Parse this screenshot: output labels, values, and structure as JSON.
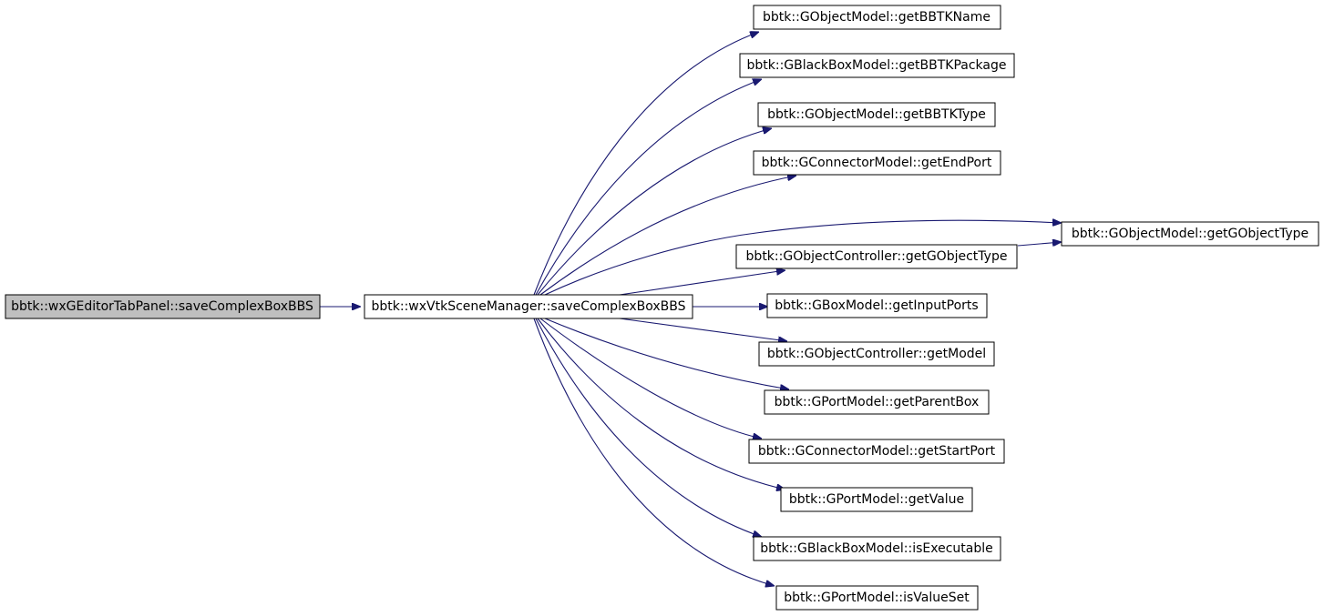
{
  "diagram": {
    "type": "call-graph",
    "colors": {
      "edge": "#191970",
      "root_fill": "#bfbfbf",
      "node_fill": "#ffffff",
      "border": "#000000"
    },
    "nodes": [
      {
        "id": "root",
        "label": "bbtk::wxGEditorTabPanel::saveComplexBoxBBS",
        "highlighted": true
      },
      {
        "id": "mgr",
        "label": "bbtk::wxVtkSceneManager::saveComplexBoxBBS"
      },
      {
        "id": "n1",
        "label": "bbtk::GObjectModel::getBBTKName"
      },
      {
        "id": "n2",
        "label": "bbtk::GBlackBoxModel::getBBTKPackage"
      },
      {
        "id": "n3",
        "label": "bbtk::GObjectModel::getBBTKType"
      },
      {
        "id": "n4",
        "label": "bbtk::GConnectorModel::getEndPort"
      },
      {
        "id": "n5",
        "label": "bbtk::GObjectController::getGObjectType"
      },
      {
        "id": "n6",
        "label": "bbtk::GBoxModel::getInputPorts"
      },
      {
        "id": "n7",
        "label": "bbtk::GObjectController::getModel"
      },
      {
        "id": "n8",
        "label": "bbtk::GPortModel::getParentBox"
      },
      {
        "id": "n9",
        "label": "bbtk::GConnectorModel::getStartPort"
      },
      {
        "id": "n10",
        "label": "bbtk::GPortModel::getValue"
      },
      {
        "id": "n11",
        "label": "bbtk::GBlackBoxModel::isExecutable"
      },
      {
        "id": "n12",
        "label": "bbtk::GPortModel::isValueSet"
      },
      {
        "id": "n13",
        "label": "bbtk::GObjectModel::getGObjectType"
      }
    ],
    "edges": [
      {
        "from": "root",
        "to": "mgr"
      },
      {
        "from": "mgr",
        "to": "n1"
      },
      {
        "from": "mgr",
        "to": "n2"
      },
      {
        "from": "mgr",
        "to": "n3"
      },
      {
        "from": "mgr",
        "to": "n4"
      },
      {
        "from": "mgr",
        "to": "n13"
      },
      {
        "from": "mgr",
        "to": "n5"
      },
      {
        "from": "mgr",
        "to": "n6"
      },
      {
        "from": "mgr",
        "to": "n7"
      },
      {
        "from": "mgr",
        "to": "n8"
      },
      {
        "from": "mgr",
        "to": "n9"
      },
      {
        "from": "mgr",
        "to": "n10"
      },
      {
        "from": "mgr",
        "to": "n11"
      },
      {
        "from": "mgr",
        "to": "n12"
      },
      {
        "from": "n5",
        "to": "n13"
      }
    ]
  }
}
